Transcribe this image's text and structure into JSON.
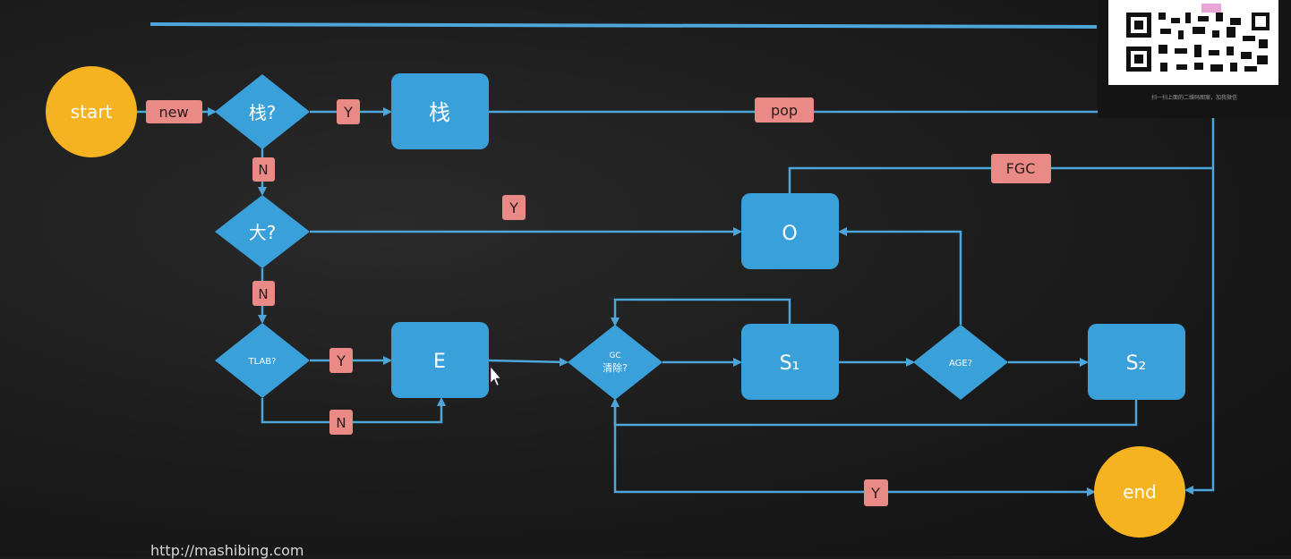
{
  "nodes": {
    "start": "start",
    "stack_decision": "栈?",
    "stack": "栈",
    "big_decision": "大?",
    "tlab_decision": "TLAB?",
    "eden": "E",
    "gc_decision_line1": "GC",
    "gc_decision_line2": "清除?",
    "old": "O",
    "s1": "S₁",
    "age_decision": "AGE?",
    "s2": "S₂",
    "end": "end"
  },
  "edge_labels": {
    "new": "new",
    "stack_yes": "Y",
    "stack_no": "N",
    "pop": "pop",
    "fgc": "FGC",
    "big_yes": "Y",
    "big_no": "N",
    "tlab_yes": "Y",
    "tlab_no": "N",
    "gc_yes": "Y"
  },
  "colors": {
    "node_blue": "#3aa0da",
    "circle_yellow": "#f5b321",
    "label_pink": "#e98a86",
    "line_blue": "#4ea6d8"
  },
  "footer": {
    "url": "http://mashibing.com"
  },
  "overlay": {
    "qr_caption": "扫一扫上面的二维码图案，加我微信"
  }
}
